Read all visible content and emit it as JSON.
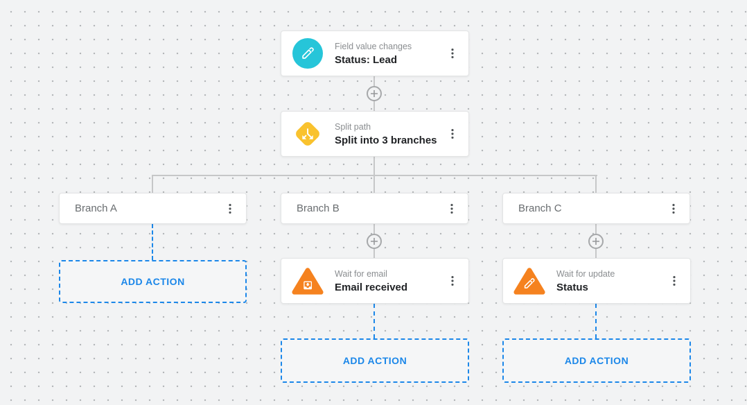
{
  "flow": {
    "trigger": {
      "category": "Field value changes",
      "detail": "Status: Lead"
    },
    "split": {
      "category": "Split path",
      "detail": "Split into 3 branches"
    },
    "branches": [
      {
        "label": "Branch A"
      },
      {
        "label": "Branch B"
      },
      {
        "label": "Branch C"
      }
    ],
    "wait_email": {
      "category": "Wait for email",
      "detail": "Email received"
    },
    "wait_update": {
      "category": "Wait for update",
      "detail": "Status"
    },
    "add_action_label": "ADD ACTION"
  },
  "icons": {
    "trigger": "pencil-icon in cyan circle",
    "split": "split-arrows-icon in yellow diamond",
    "wait_email": "inbox-download-icon in orange triangle",
    "wait_update": "pencil-icon in orange triangle",
    "connector": "plus-icon",
    "menu": "kebab-menu-icon"
  },
  "colors": {
    "background": "#f2f3f4",
    "grid_dot": "#b4b7b9",
    "connector_gray": "#c6c7c8",
    "accent_blue": "#1b87e9",
    "trigger_cyan": "#26c5d9",
    "split_yellow": "#f9c22e",
    "wait_orange": "#f5821f",
    "card_white": "#ffffff"
  }
}
